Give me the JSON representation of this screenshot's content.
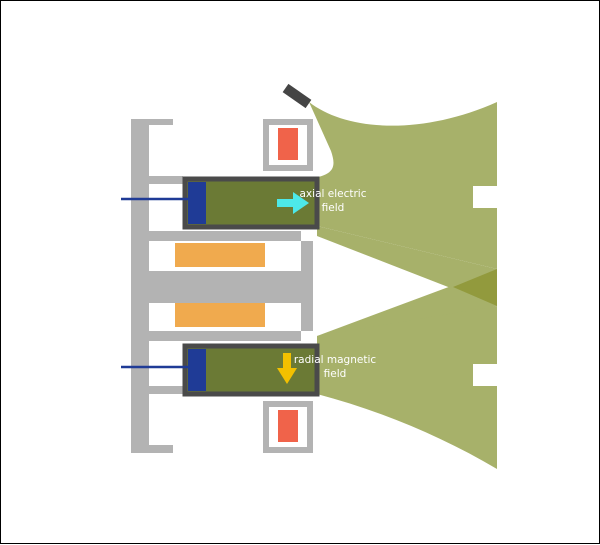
{
  "labels": {
    "axial_line1": "axial electric",
    "axial_line2": "field",
    "radial_line1": "radial magnetic",
    "radial_line2": "field"
  },
  "colors": {
    "housing": "#b3b3b3",
    "plume": "#a7b16a",
    "plume_overlap": "#929a3d",
    "channel_fill": "#6b7a35",
    "channel_border": "#4a4a4a",
    "anode": "#1f3b96",
    "feed_line": "#1f3b96",
    "coil_inner": "#f0aa4e",
    "coil_outer": "#f0634a",
    "cathode": "#454545",
    "electric_arrow": "#4de8e8",
    "magnetic_arrow": "#f2c000"
  }
}
